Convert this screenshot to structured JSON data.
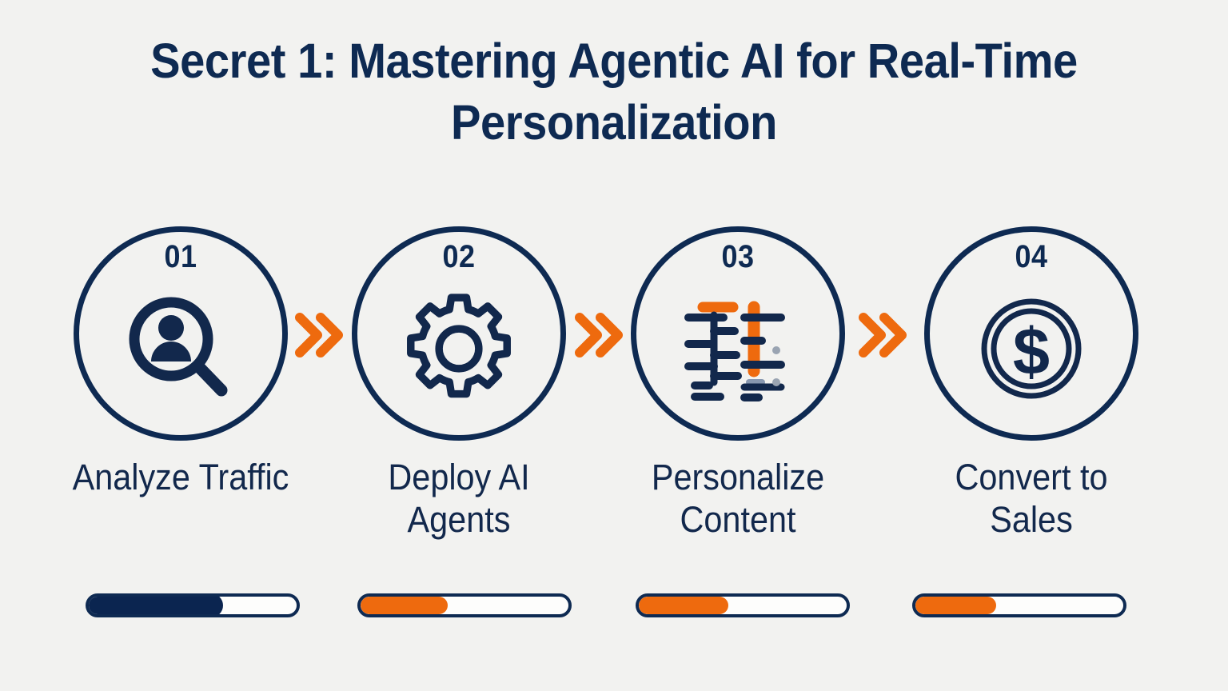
{
  "slide": {
    "background_color": "#f2f2f0",
    "navy": "#0e2a52",
    "orange": "#ee6a0e",
    "title": "Secret 1: Mastering Agentic AI for Real-Time Personalization"
  },
  "steps": [
    {
      "number": "01",
      "label": "Analyze Traffic",
      "icon": "user-search-icon",
      "progress_percent": 63,
      "progress_color": "#0b2550"
    },
    {
      "number": "02",
      "label": "Deploy AI Agents",
      "icon": "gear-icon",
      "progress_percent": 42,
      "progress_color": "#ee6a0e"
    },
    {
      "number": "03",
      "label": "Personalize Content",
      "icon": "content-layout-icon",
      "progress_percent": 43,
      "progress_color": "#ee6a0e"
    },
    {
      "number": "04",
      "label": "Convert to Sales",
      "icon": "dollar-coin-icon",
      "progress_percent": 39,
      "progress_color": "#ee6a0e"
    }
  ],
  "connectors": [
    {
      "icon": "double-chevron-right-icon"
    },
    {
      "icon": "double-chevron-right-icon"
    },
    {
      "icon": "double-chevron-right-icon"
    }
  ]
}
